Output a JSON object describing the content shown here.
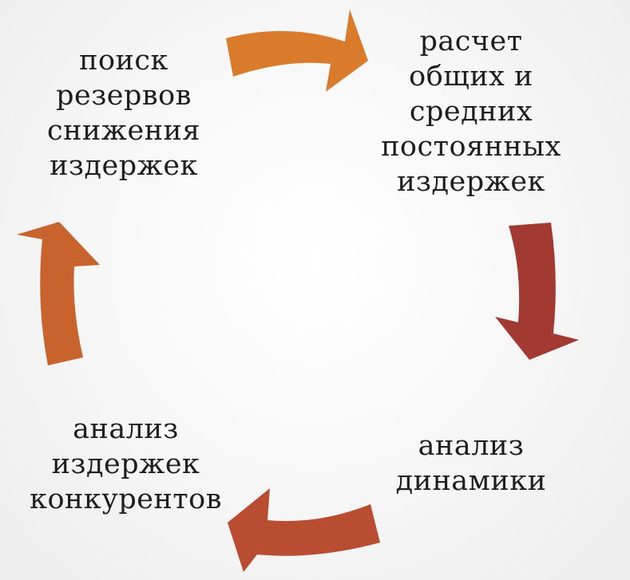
{
  "nodes": {
    "top_left": "поиск\nрезервов\nснижения\nиздержек",
    "top_right": "расчет\nобщих и\nсредних\nпостоянных\nиздержек",
    "bottom_right": "анализ\nдинамики",
    "bottom_left": "анализ\nиздержек\nконкурентов"
  },
  "colors": {
    "arrow_top": "#DA7B2C",
    "arrow_right": "#A23A33",
    "arrow_bottom": "#B94D32",
    "arrow_left": "#C9632D",
    "text": "#1E1E1E"
  }
}
